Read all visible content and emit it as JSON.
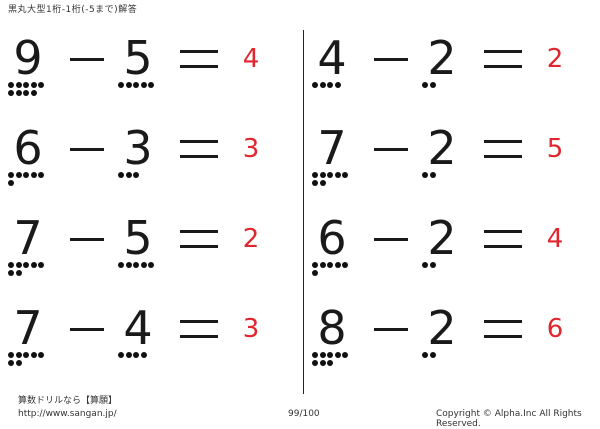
{
  "header": {
    "title": "黒丸大型1桁-1桁(-5まで)解答"
  },
  "problems_left": [
    {
      "a": "9",
      "op": "−",
      "b": "5",
      "eq": "=",
      "answer": "4",
      "dots_a": [
        5,
        4
      ],
      "dots_b": [
        5
      ]
    },
    {
      "a": "6",
      "op": "−",
      "b": "3",
      "eq": "=",
      "answer": "3",
      "dots_a": [
        5,
        1
      ],
      "dots_b": [
        3
      ]
    },
    {
      "a": "7",
      "op": "−",
      "b": "5",
      "eq": "=",
      "answer": "2",
      "dots_a": [
        5,
        2
      ],
      "dots_b": [
        5
      ]
    },
    {
      "a": "7",
      "op": "−",
      "b": "4",
      "eq": "=",
      "answer": "3",
      "dots_a": [
        5,
        2
      ],
      "dots_b": [
        4
      ]
    }
  ],
  "problems_right": [
    {
      "a": "4",
      "op": "−",
      "b": "2",
      "eq": "=",
      "answer": "2",
      "dots_a": [
        4
      ],
      "dots_b": [
        2
      ]
    },
    {
      "a": "7",
      "op": "−",
      "b": "2",
      "eq": "=",
      "answer": "5",
      "dots_a": [
        5,
        2
      ],
      "dots_b": [
        2
      ]
    },
    {
      "a": "6",
      "op": "−",
      "b": "2",
      "eq": "=",
      "answer": "4",
      "dots_a": [
        5,
        1
      ],
      "dots_b": [
        2
      ]
    },
    {
      "a": "8",
      "op": "−",
      "b": "2",
      "eq": "=",
      "answer": "6",
      "dots_a": [
        5,
        3
      ],
      "dots_b": [
        2
      ]
    }
  ],
  "footer": {
    "brand": "算数ドリルなら【算願】",
    "url": "http://www.sangan.jp/",
    "page": "99/100",
    "copyright": "Copyright © Alpha.Inc All Rights Reserved."
  },
  "colors": {
    "answer": "#e0262e",
    "text": "#1a1a1a"
  }
}
